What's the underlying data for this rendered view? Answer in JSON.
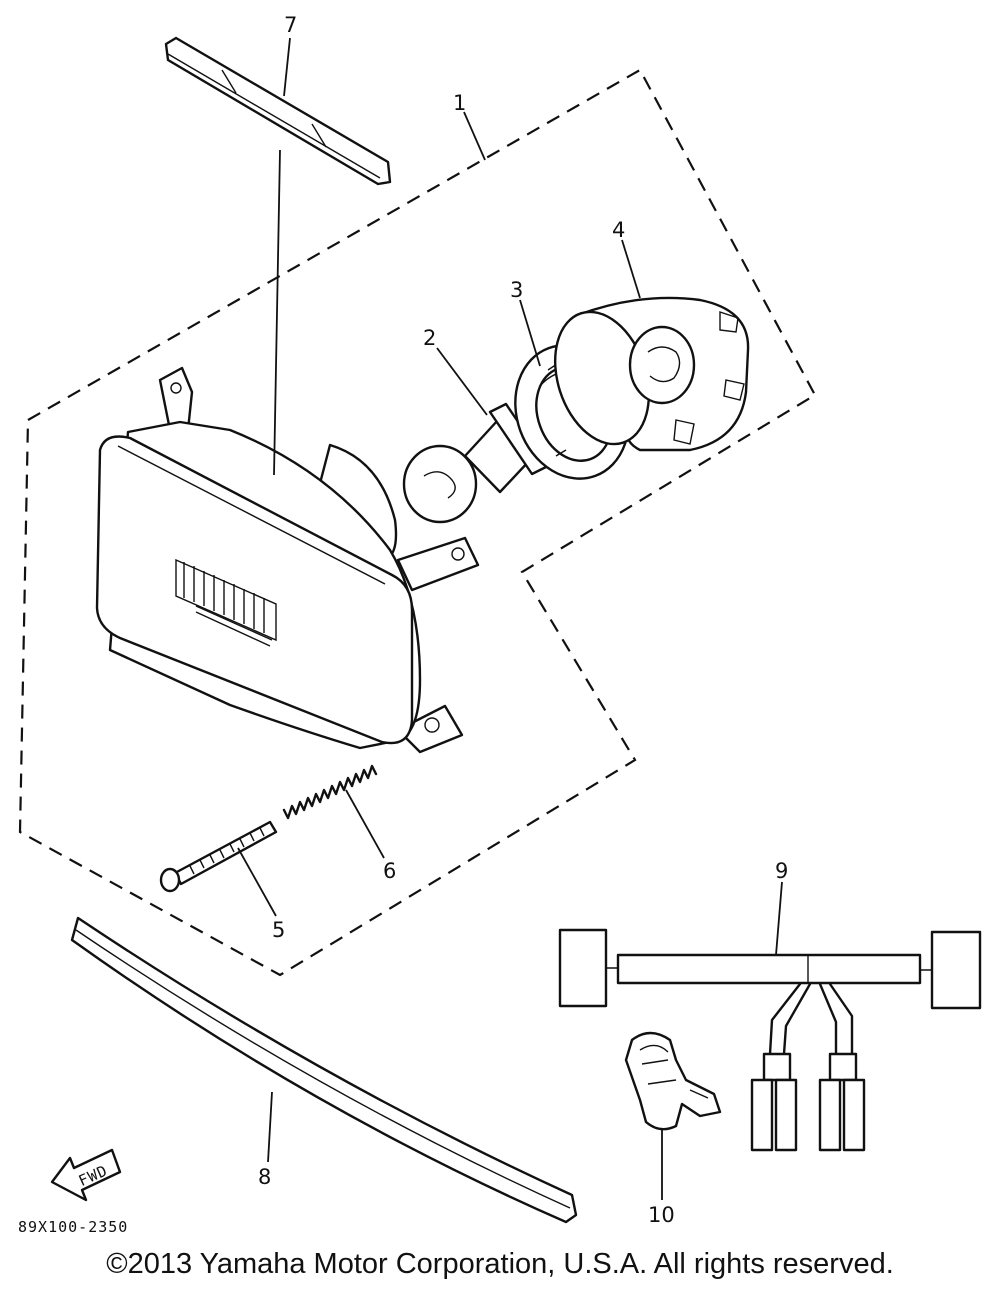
{
  "callouts": {
    "c1": "1",
    "c2": "2",
    "c3": "3",
    "c4": "4",
    "c5": "5",
    "c6": "6",
    "c7": "7",
    "c8": "8",
    "c9": "9",
    "c10": "10"
  },
  "fwd_label": "FWD",
  "diagram_code": "89X100-2350",
  "copyright": "©2013 Yamaha Motor Corporation, U.S.A. All rights reserved."
}
